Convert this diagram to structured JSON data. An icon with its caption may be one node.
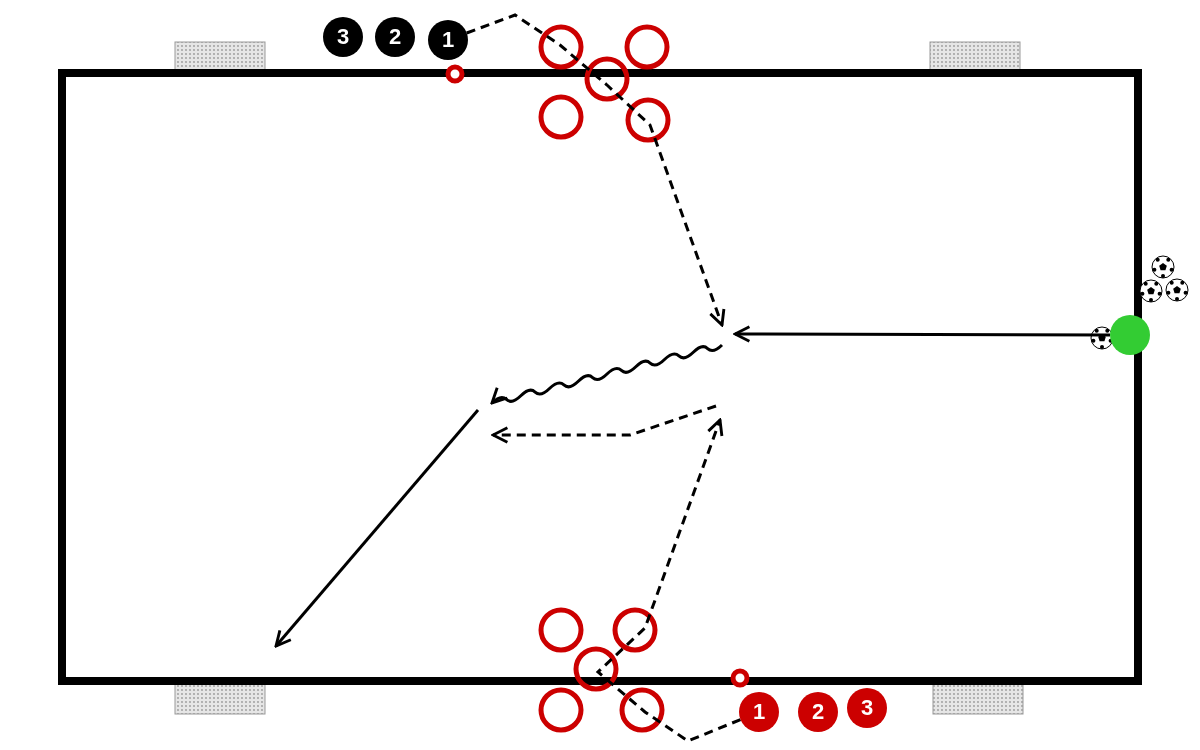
{
  "diagram": {
    "nodes": [
      {
        "text": [
          "3"
        ]
      },
      {
        "text": [
          "2"
        ]
      },
      {
        "text": [
          "1"
        ]
      },
      {
        "text": [
          "1"
        ]
      },
      {
        "text": [
          "2"
        ]
      },
      {
        "text": [
          "3"
        ]
      },
      {
        "text": [],
        "shape": "circle"
      }
    ],
    "edges": [
      {
        "from": 2,
        "to": null,
        "arrow": "to",
        "style": "dashed"
      },
      {
        "from": 6,
        "to": null,
        "arrow": "to"
      },
      {
        "from": 3,
        "to": null,
        "arrow": "to",
        "style": "dashed"
      }
    ]
  }
}
